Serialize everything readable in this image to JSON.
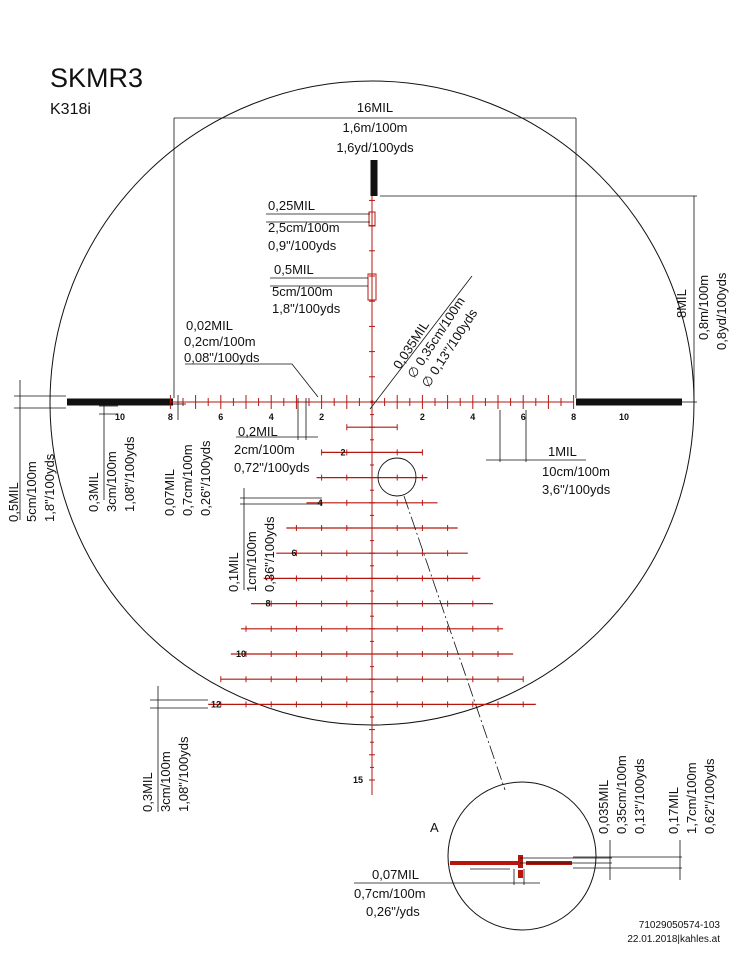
{
  "title": "SKMR3",
  "subtitle": "K318i",
  "footer": {
    "part_no": "71029050574-103",
    "date_brand": "22.01.2018|kahles.at"
  },
  "colors": {
    "reticle": "#b5170f",
    "ink": "#111111"
  },
  "horizontal_labels": [
    "10",
    "8",
    "6",
    "4",
    "2",
    "2",
    "4",
    "6",
    "8",
    "10"
  ],
  "vertical_labels": [
    "2",
    "4",
    "6",
    "8",
    "10",
    "12",
    "15"
  ],
  "detail_label": "A",
  "annotations": {
    "width_16": [
      "16MIL",
      "1,6m/100m",
      "1,6yd/100yds"
    ],
    "post_025": [
      "0,25MIL",
      "2,5cm/100m",
      "0,9\"/100yds"
    ],
    "post_05": [
      "0,5MIL",
      "5cm/100m",
      "1,8\"/100yds"
    ],
    "height_8": [
      "8MIL",
      "0,8m/100m",
      "0,8yd/100yds"
    ],
    "line_002": [
      "0,02MIL",
      "0,2cm/100m",
      "0,08\"/100yds"
    ],
    "dot_0035": [
      "0,035MIL",
      "∅ 0,35cm/100m",
      "∅ 0,13\"/100yds"
    ],
    "hash_02": [
      "0,2MIL",
      "2cm/100m",
      "0,72\"/100yds"
    ],
    "spacing_1": [
      "1MIL",
      "10cm/100m",
      "3,6\"/100yds"
    ],
    "left_05": [
      "0,5MIL",
      "5cm/100m",
      "1,8\"/100yds"
    ],
    "left_03": [
      "0,3MIL",
      "3cm/100m",
      "1,08\"/100yds"
    ],
    "left_007": [
      "0,07MIL",
      "0,7cm/100m",
      "0,26\"/100yds"
    ],
    "tree_01": [
      "0,1MIL",
      "1cm/100m",
      "0,36\"/100yds"
    ],
    "bottom_03": [
      "0,3MIL",
      "3cm/100m",
      "1,08\"/100yds"
    ],
    "detail_0035": [
      "0,035MIL",
      "0,35cm/100m",
      "0,13\"/100yds"
    ],
    "detail_017": [
      "0,17MIL",
      "1,7cm/100m",
      "0,62\"/100yds"
    ],
    "detail_007": [
      "0,07MIL",
      "0,7cm/100m",
      "0,26\"/yds"
    ]
  }
}
